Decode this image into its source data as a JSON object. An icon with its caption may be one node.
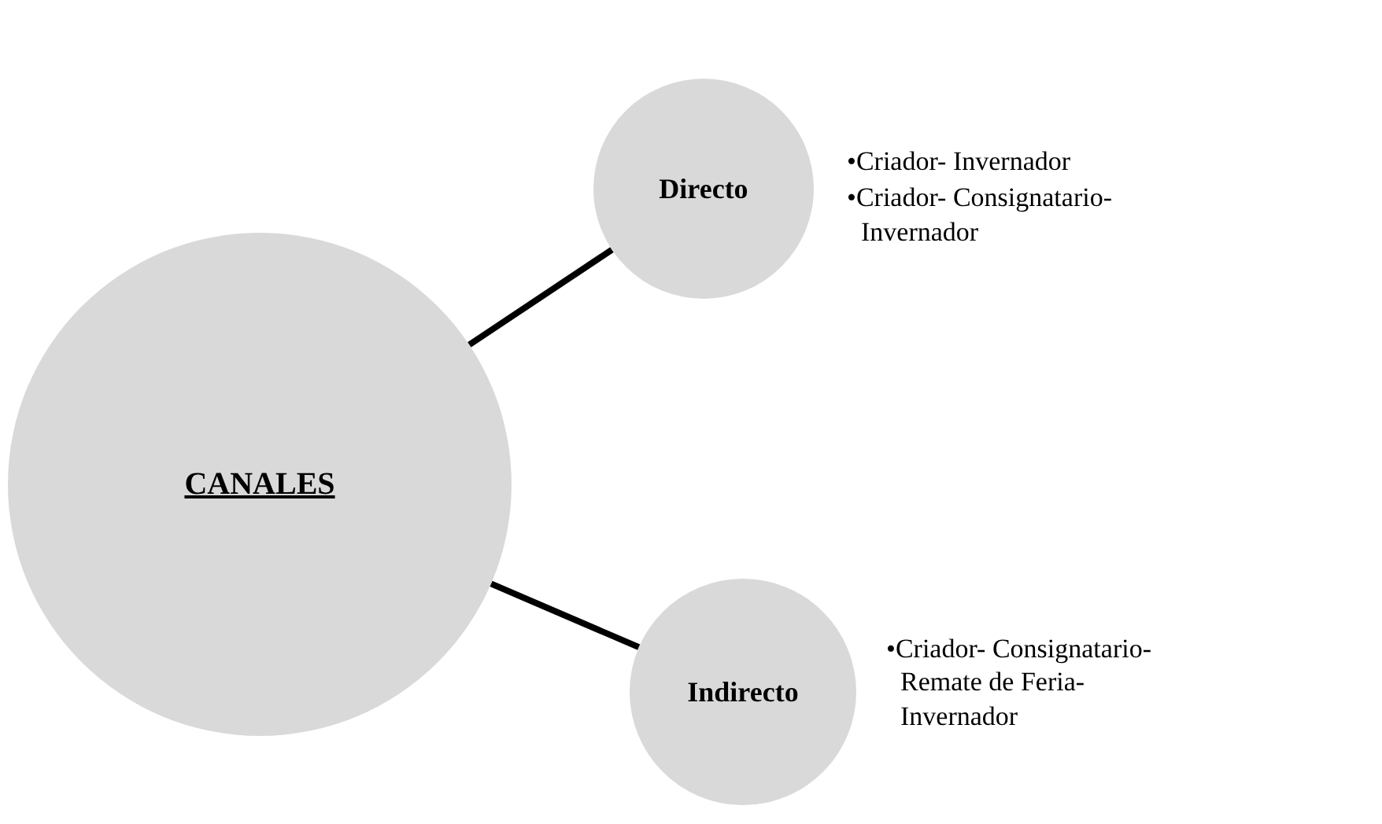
{
  "diagram": {
    "nodes": [
      {
        "text": [
          "CANALES"
        ]
      },
      {
        "text": [
          "Directo"
        ],
        "beside": [
          "•Criador- Invernador",
          "•Criador- Consignatario- Invernador"
        ]
      },
      {
        "text": [
          "Indirecto"
        ],
        "beside": [
          "•Criador- Consignatario- Remate de Feria- Invernador"
        ]
      }
    ],
    "edges": [
      {
        "from": 0,
        "to": 1,
        "arrow": "none"
      },
      {
        "from": 0,
        "to": 2,
        "arrow": "none"
      }
    ]
  }
}
